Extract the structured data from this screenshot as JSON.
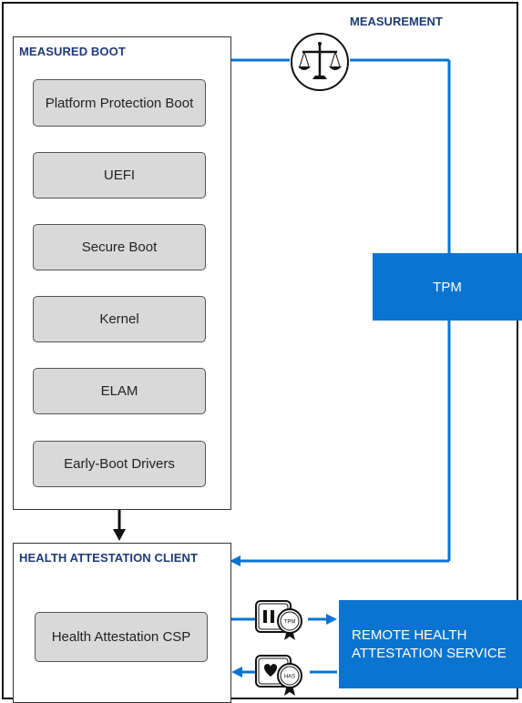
{
  "measurement_label": "MEASUREMENT",
  "measured_boot": {
    "title": "MEASURED BOOT",
    "steps": [
      "Platform Protection Boot",
      "UEFI",
      "Secure Boot",
      "Kernel",
      "ELAM",
      "Early-Boot Drivers"
    ]
  },
  "tpm": {
    "label": "TPM"
  },
  "health_client": {
    "title": "HEALTH ATTESTATION CLIENT",
    "csp": "Health Attestation CSP"
  },
  "remote_service": {
    "label": "REMOTE HEALTH ATTESTATION SERVICE"
  },
  "certificates": [
    {
      "icon": "tpm-certificate-icon",
      "seal_text": "TPM"
    },
    {
      "icon": "has-certificate-icon",
      "seal_text": "HAS"
    }
  ],
  "colors": {
    "accent_blue": "#0a74d1",
    "title_navy": "#1f3a75",
    "step_gray": "#d9d9d9"
  }
}
